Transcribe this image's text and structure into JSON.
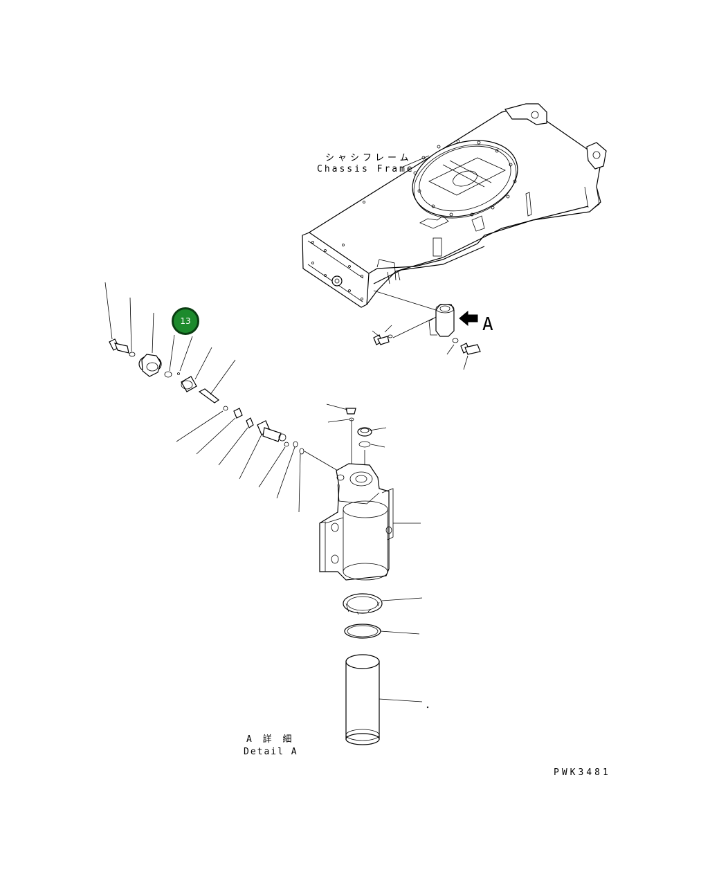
{
  "labels": {
    "chassis_jp": "シャシフレーム",
    "chassis_en": "Chassis Frame",
    "view_marker": "A",
    "detail_jp": "A 詳 細",
    "detail_en": "Detail A",
    "drawing_id": "PWK3481"
  },
  "callout": {
    "number": "13",
    "color": "#1c8a2c"
  },
  "colors": {
    "line": "#000000",
    "background": "#ffffff"
  }
}
